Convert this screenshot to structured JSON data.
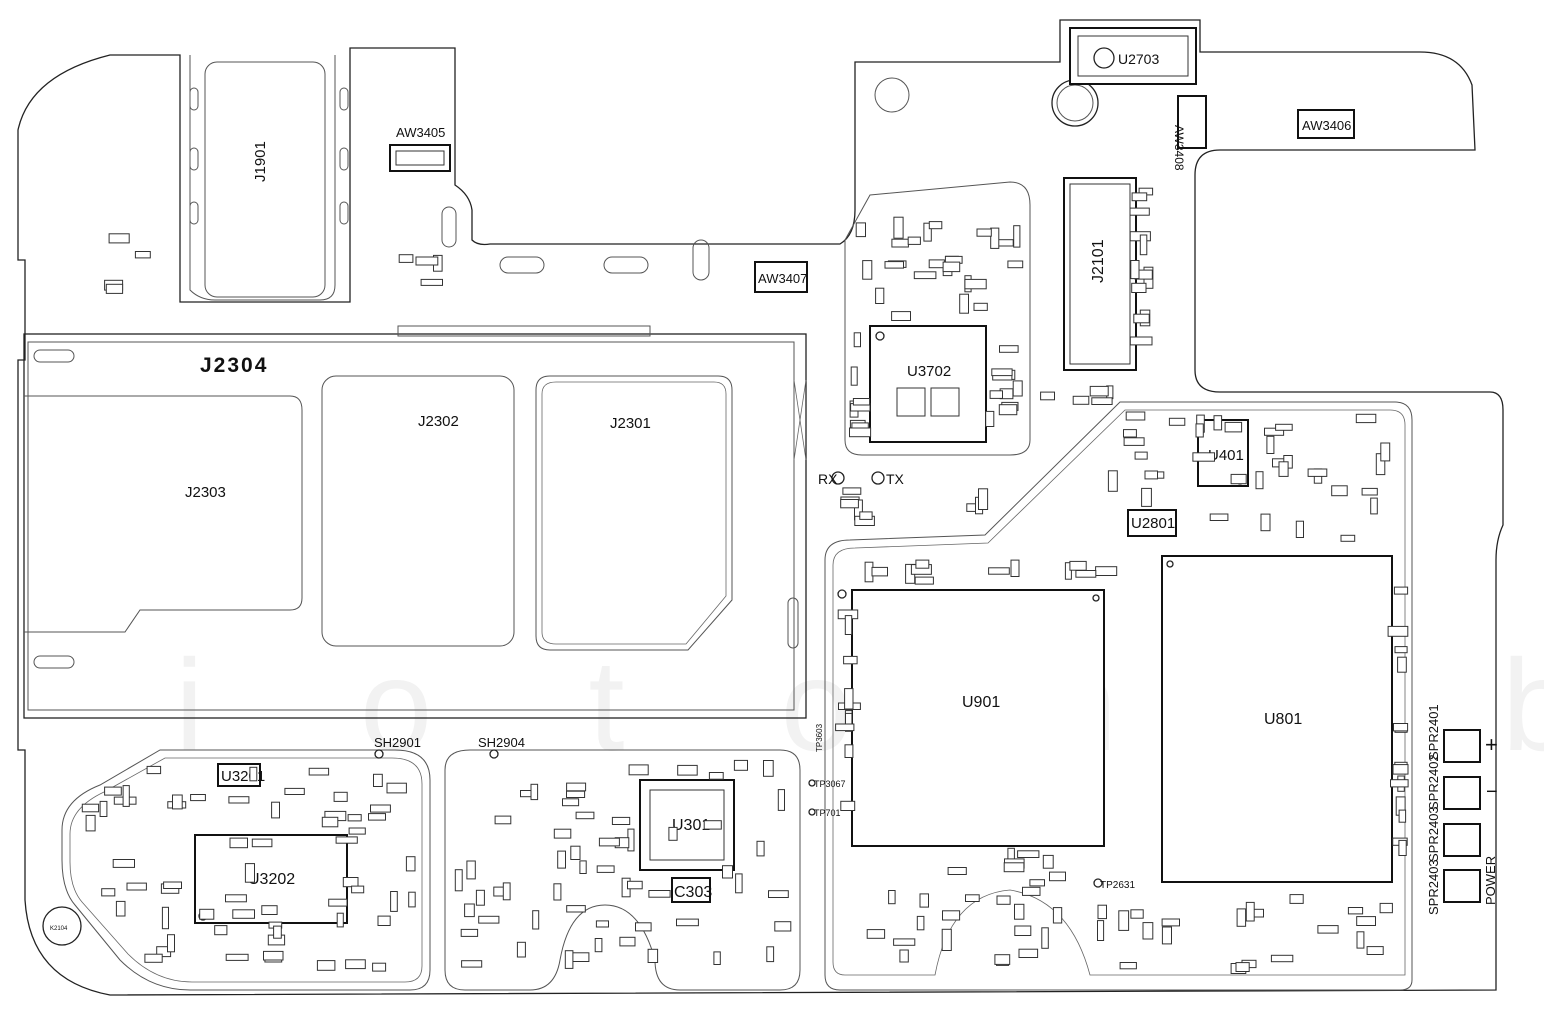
{
  "connectors": {
    "j1901": "J1901",
    "j2304": "J2304",
    "j2303": "J2303",
    "j2302": "J2302",
    "j2301": "J2301",
    "j2101": "J2101"
  },
  "antennas": {
    "aw3405": "AW3405",
    "aw3406": "AW3406",
    "aw3407": "AW3407",
    "aw3408_mirrored": "AW3408"
  },
  "ics": {
    "u2703": "U2703",
    "u3702": "U3702",
    "u401": "U401",
    "u2801": "U2801",
    "u901": "U901",
    "u801": "U801",
    "u3201": "U3201",
    "u3202": "U3202",
    "u301": "U301",
    "c303": "C303"
  },
  "shields": {
    "sh2901": "SH2901",
    "sh2904": "SH2904"
  },
  "test_points": {
    "rx": "RX",
    "tx": "TX",
    "tp2631": "TP2631",
    "tp3067": "TP3067",
    "tp701": "TP701",
    "tp3603": "TP3603"
  },
  "buttons": {
    "spr2401": "SPR2401",
    "spr2402": "SPR2402",
    "spr2403_a": "SPR2403",
    "spr2403_b": "SPR2403",
    "power": "POWER",
    "plus": "+",
    "minus": "−"
  },
  "misc": {
    "k2104": "K2104",
    "watermark": "i o t o m o b i l e"
  }
}
